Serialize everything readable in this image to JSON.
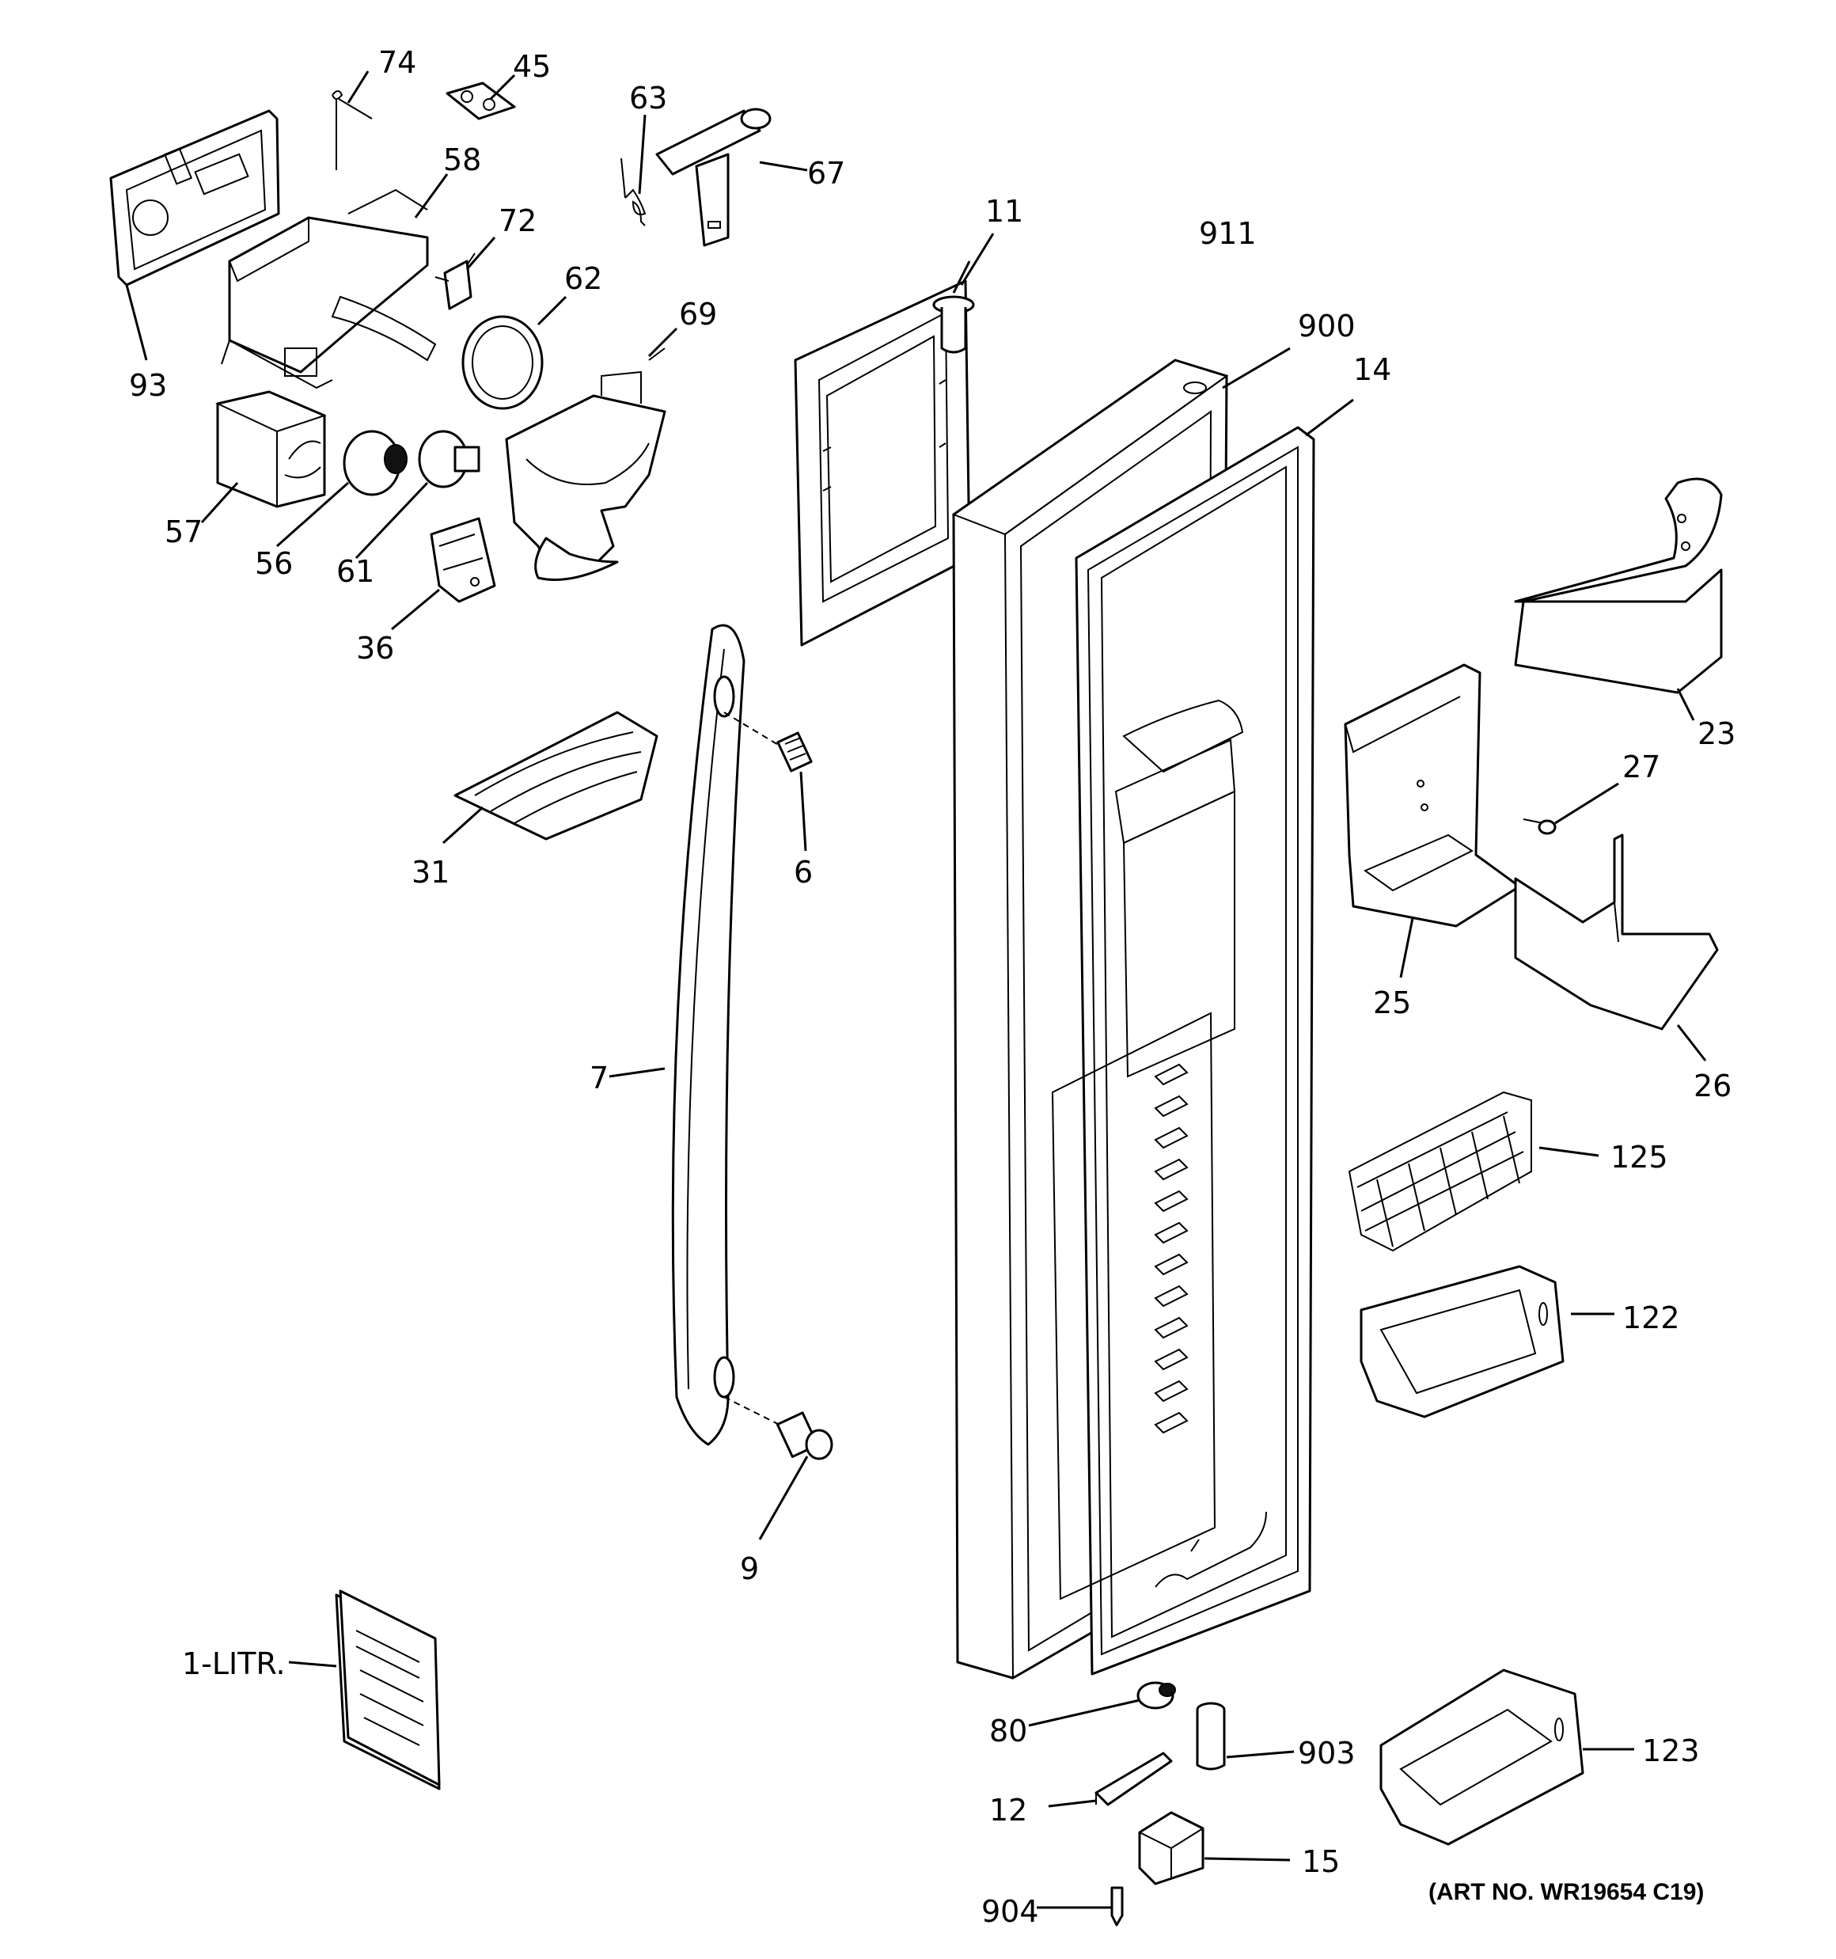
{
  "labels": {
    "p74": "74",
    "p45": "45",
    "p63": "63",
    "p67": "67",
    "p58": "58",
    "p72": "72",
    "p62": "62",
    "p69": "69",
    "p93": "93",
    "p57": "57",
    "p56": "56",
    "p61": "61",
    "p36": "36",
    "p11": "11",
    "p911": "911",
    "p900": "900",
    "p14": "14",
    "p23": "23",
    "p27": "27",
    "p25": "25",
    "p26": "26",
    "p31": "31",
    "p6": "6",
    "p7": "7",
    "p9": "9",
    "p125": "125",
    "p122": "122",
    "p1litr": "1-LITR.",
    "p80": "80",
    "p903": "903",
    "p12": "12",
    "p15": "15",
    "p904": "904",
    "p123": "123"
  },
  "art_number": "(ART NO. WR19654 C19)"
}
